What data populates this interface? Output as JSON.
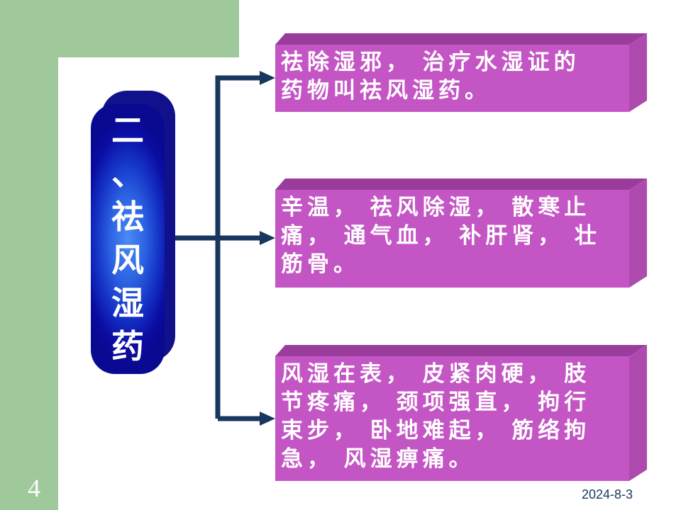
{
  "slide": {
    "page_number": "4",
    "date": "2024-8-3"
  },
  "capsule": {
    "chars": [
      "二",
      "、",
      "祛",
      "风",
      "湿",
      "药"
    ]
  },
  "boxes": [
    {
      "lines": [
        "祛除湿邪， 治疗水湿证的",
        "药物叫祛风湿药。"
      ]
    },
    {
      "lines": [
        "辛温， 祛风除湿， 散寒止",
        "痛， 通气血， 补肝肾， 壮",
        "筋骨。"
      ]
    },
    {
      "lines": [
        "风湿在表， 皮紧肉硬， 肢",
        "节疼痛， 颈项强直， 拘行",
        "束步， 卧地难起， 筋络拘",
        "急， 风湿痹痛。"
      ]
    }
  ],
  "colors": {
    "green": "#9FC89B",
    "box-face": "#C455C4",
    "box-top": "#9A3C9C",
    "box-side": "#AE4AAE",
    "arrow": "#17375E",
    "capsule-back": "#11118C",
    "date-text": "#17375E",
    "text": "#FFFFFF"
  }
}
